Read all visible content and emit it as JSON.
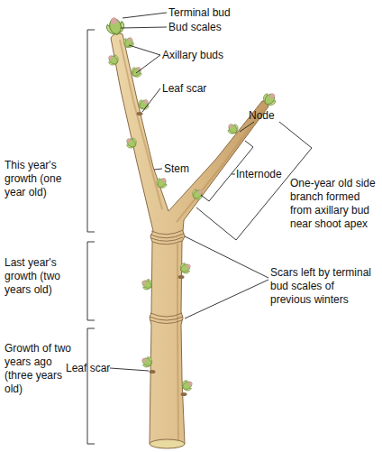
{
  "diagram": {
    "labels": [
      "Terminal bud",
      "Bud scales",
      "Axillary buds",
      "Leaf scar",
      "Node",
      "This year's growth (one year old)",
      "Stem",
      "Internode",
      "One-year old side branch formed from axillary bud near shoot apex",
      "Last year's growth (two years old)",
      "Scars left by terminal bud scales of previous winters",
      "Growth of two years ago (three years old)",
      "Leaf scar"
    ]
  }
}
